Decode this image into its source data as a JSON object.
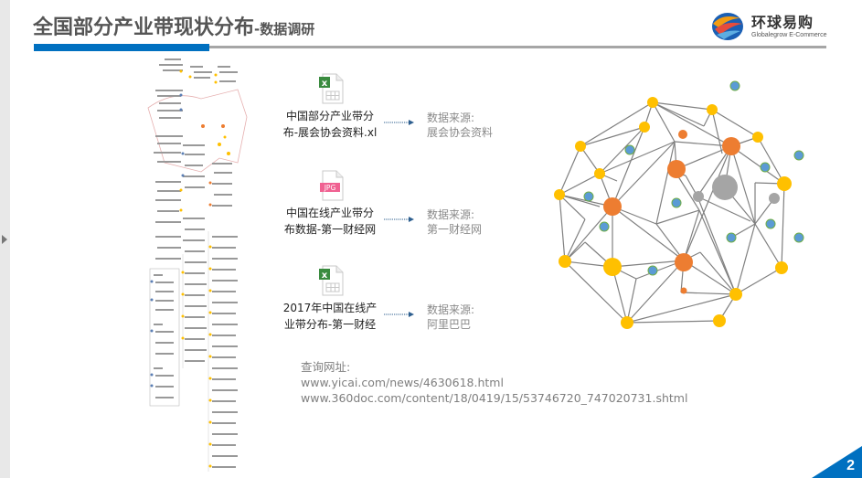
{
  "header": {
    "title_main": "全国部分产业带现状分布",
    "title_sub": "-数据调研",
    "accent_color": "#0070c0"
  },
  "logo": {
    "name_cn": "环球易购",
    "name_en": "Globalegrow E-Commerce"
  },
  "files": [
    {
      "icon": "excel-file-icon",
      "caption_line1": "中国部分产业带分",
      "caption_line2": "布-展会协会资料.xl",
      "source_label": "数据来源:",
      "source_value": "展会协会资料"
    },
    {
      "icon": "jpg-file-icon",
      "icon_badge": "JPG",
      "caption_line1": "中国在线产业带分",
      "caption_line2": "布数据-第一财经网",
      "source_label": "数据来源:",
      "source_value": "第一财经网"
    },
    {
      "icon": "excel-file-icon",
      "caption_line1": "2017年中国在线产",
      "caption_line2": "业带分布-第一财经",
      "source_label": "数据来源:",
      "source_value": "阿里巴巴"
    }
  ],
  "urls": {
    "label": "查询网址:",
    "url1": "www.yicai.com/news/4630618.html",
    "url2": "www.360doc.com/content/18/0419/15/53746720_747020731.shtml"
  },
  "network_colors": {
    "yellow": "#ffc000",
    "orange": "#ed7d31",
    "gray": "#a5a5a5",
    "blue": "#5b9bd5",
    "line": "#7f7f7f"
  },
  "page": {
    "number": "2"
  }
}
